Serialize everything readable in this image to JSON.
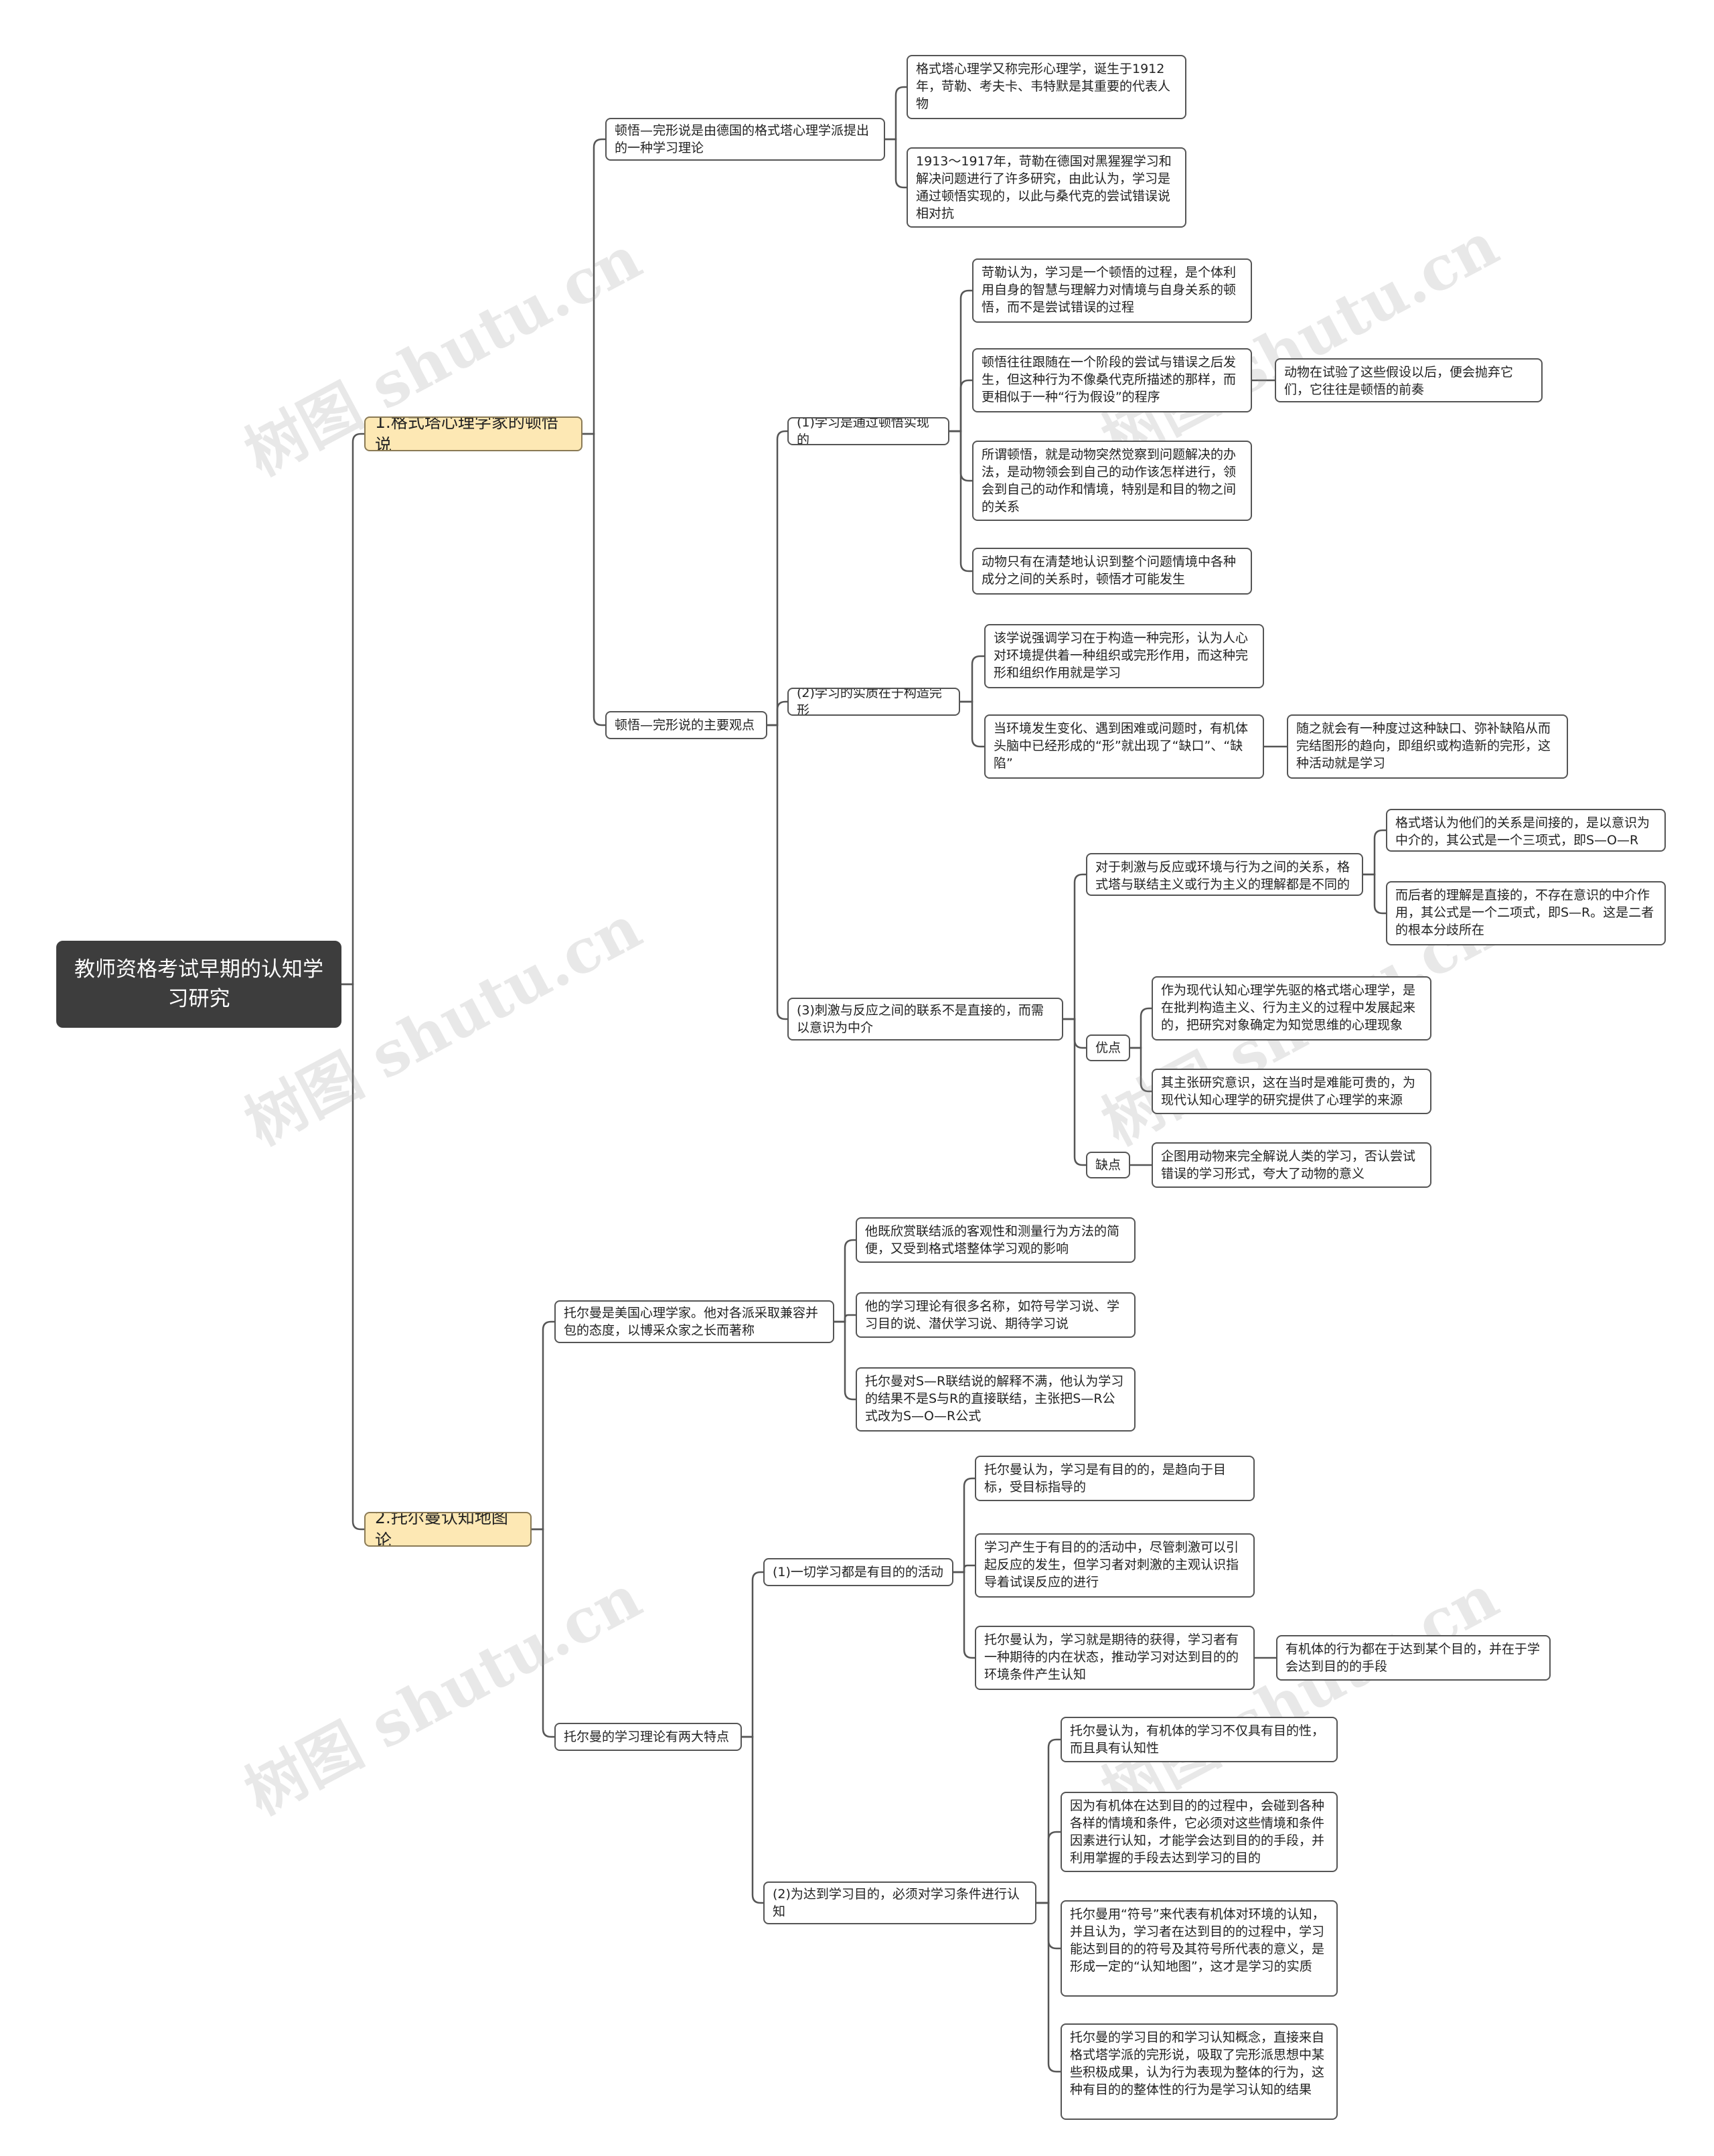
{
  "watermark": "树图 shutu.cn",
  "colors": {
    "line": "#555555",
    "root_bg": "#3d3d3d",
    "branch_bg": "#fde8b4"
  },
  "mindmap": {
    "root": "教师资格考试早期的认知学习研究",
    "branches": [
      {
        "label": "1.格式塔心理学家的顿悟说",
        "children": [
          {
            "label": "顿悟—完形说是由德国的格式塔心理学派提出的一种学习理论",
            "children": [
              {
                "label": "格式塔心理学又称完形心理学，诞生于1912年，苛勒、考夫卡、韦特默是其重要的代表人物"
              },
              {
                "label": "1913～1917年，苛勒在德国对黑猩猩学习和解决问题进行了许多研究，由此认为，学习是通过顿悟实现的，以此与桑代克的尝试错误说相对抗"
              }
            ]
          },
          {
            "label": "顿悟—完形说的主要观点",
            "children": [
              {
                "label": "(1)学习是通过顿悟实现的",
                "children": [
                  {
                    "label": "苛勒认为，学习是一个顿悟的过程，是个体利用自身的智慧与理解力对情境与自身关系的顿悟，而不是尝试错误的过程"
                  },
                  {
                    "label": "顿悟往往跟随在一个阶段的尝试与错误之后发生，但这种行为不像桑代克所描述的那样，而更相似于一种“行为假设”的程序",
                    "children": [
                      {
                        "label": "动物在试验了这些假设以后，便会抛弃它们，它往往是顿悟的前奏"
                      }
                    ]
                  },
                  {
                    "label": "所谓顿悟，就是动物突然觉察到问题解决的办法，是动物领会到自己的动作该怎样进行，领会到自己的动作和情境，特别是和目的物之间的关系"
                  },
                  {
                    "label": "动物只有在清楚地认识到整个问题情境中各种成分之间的关系时，顿悟才可能发生"
                  }
                ]
              },
              {
                "label": "(2)学习的实质在于构造完形",
                "children": [
                  {
                    "label": "该学说强调学习在于构造一种完形，认为人心对环境提供着一种组织或完形作用，而这种完形和组织作用就是学习"
                  },
                  {
                    "label": "当环境发生变化、遇到困难或问题时，有机体头脑中已经形成的“形”就出现了“缺口”、“缺陷”",
                    "children": [
                      {
                        "label": "随之就会有一种度过这种缺口、弥补缺陷从而完结图形的趋向，即组织或构造新的完形，这种活动就是学习"
                      }
                    ]
                  }
                ]
              },
              {
                "label": "(3)刺激与反应之间的联系不是直接的，而需以意识为中介",
                "children": [
                  {
                    "label": "对于刺激与反应或环境与行为之间的关系，格式塔与联结主义或行为主义的理解都是不同的",
                    "children": [
                      {
                        "label": "格式塔认为他们的关系是间接的，是以意识为中介的，其公式是一个三项式，即S—O—R"
                      },
                      {
                        "label": "而后者的理解是直接的，不存在意识的中介作用，其公式是一个二项式，即S—R。这是二者的根本分歧所在"
                      }
                    ]
                  },
                  {
                    "label": "优点",
                    "children": [
                      {
                        "label": "作为现代认知心理学先驱的格式塔心理学，是在批判构造主义、行为主义的过程中发展起来的，把研究对象确定为知觉思维的心理现象"
                      },
                      {
                        "label": "其主张研究意识，这在当时是难能可贵的，为现代认知心理学的研究提供了心理学的来源"
                      }
                    ]
                  },
                  {
                    "label": "缺点",
                    "children": [
                      {
                        "label": "企图用动物来完全解说人类的学习，否认尝试错误的学习形式，夸大了动物的意义"
                      }
                    ]
                  }
                ]
              }
            ]
          }
        ]
      },
      {
        "label": "2.托尔曼认知地图论",
        "children": [
          {
            "label": "托尔曼是美国心理学家。他对各派采取兼容并包的态度，以博采众家之长而著称",
            "children": [
              {
                "label": "他既欣赏联结派的客观性和测量行为方法的简便，又受到格式塔整体学习观的影响"
              },
              {
                "label": "他的学习理论有很多名称，如符号学习说、学习目的说、潜伏学习说、期待学习说"
              },
              {
                "label": "托尔曼对S—R联结说的解释不满，他认为学习的结果不是S与R的直接联结，主张把S—R公式改为S—O—R公式"
              }
            ]
          },
          {
            "label": "托尔曼的学习理论有两大特点",
            "children": [
              {
                "label": "(1)一切学习都是有目的的活动",
                "children": [
                  {
                    "label": "托尔曼认为，学习是有目的的，是趋向于目标，受目标指导的"
                  },
                  {
                    "label": "学习产生于有目的的活动中，尽管刺激可以引起反应的发生，但学习者对刺激的主观认识指导着试误反应的进行"
                  },
                  {
                    "label": "托尔曼认为，学习就是期待的获得，学习者有一种期待的内在状态，推动学习对达到目的的环境条件产生认知",
                    "children": [
                      {
                        "label": "有机体的行为都在于达到某个目的，并在于学会达到目的的手段"
                      }
                    ]
                  }
                ]
              },
              {
                "label": "(2)为达到学习目的，必须对学习条件进行认知",
                "children": [
                  {
                    "label": "托尔曼认为，有机体的学习不仅具有目的性，而且具有认知性"
                  },
                  {
                    "label": "因为有机体在达到目的的过程中，会碰到各种各样的情境和条件，它必须对这些情境和条件因素进行认知，才能学会达到目的的手段，并利用掌握的手段去达到学习的目的"
                  },
                  {
                    "label": "托尔曼用“符号”来代表有机体对环境的认知，并且认为，学习者在达到目的的过程中，学习能达到目的的符号及其符号所代表的意义，是形成一定的“认知地图”，这才是学习的实质"
                  },
                  {
                    "label": "托尔曼的学习目的和学习认知概念，直接来自格式塔学派的完形说，吸取了完形派思想中某些积极成果，认为行为表现为整体的行为，这种有目的的整体性的行为是学习认知的结果"
                  }
                ]
              }
            ]
          }
        ]
      }
    ]
  }
}
